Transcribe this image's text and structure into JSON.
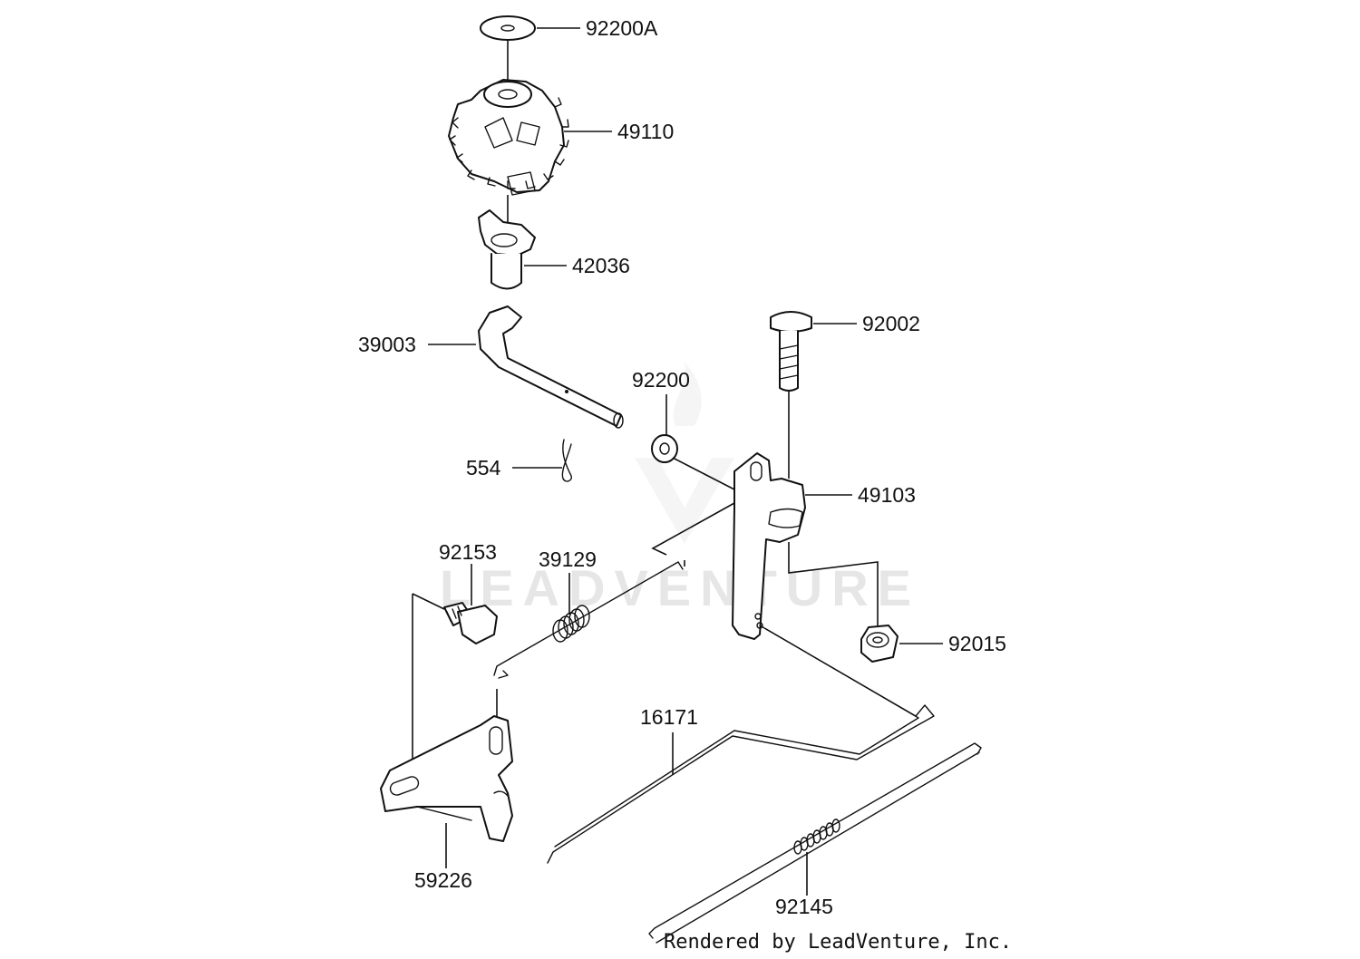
{
  "watermark": {
    "text": "LEADVENTURE"
  },
  "credit": "Rendered by LeadVenture, Inc.",
  "parts": {
    "p92200A": "92200A",
    "p49110": "49110",
    "p42036": "42036",
    "p39003": "39003",
    "p92002": "92002",
    "p92200": "92200",
    "p554": "554",
    "p49103": "49103",
    "p92153": "92153",
    "p39129": "39129",
    "p92015": "92015",
    "p16171": "16171",
    "p59226": "59226",
    "p92145": "92145"
  }
}
